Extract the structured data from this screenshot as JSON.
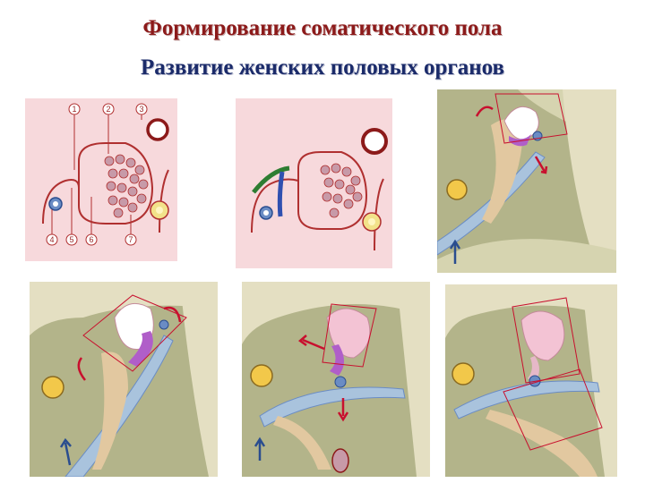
{
  "slide": {
    "title": "Формирование соматического пола",
    "subtitle": "Развитие женских половых органов"
  },
  "panel1": {
    "labels": [
      "1",
      "2",
      "3",
      "4",
      "5",
      "6",
      "7"
    ]
  },
  "colors": {
    "title": "#8c1a1a",
    "subtitle": "#1b2b6a",
    "arrow_red": "#c8102e",
    "arrow_blue": "#2a4d8f",
    "pink_bg": "#f4c9cf",
    "tissue_olive": "#c8c7a2",
    "duct_blue": "#a9c3dd",
    "uterus_pink": "#f3c3d4",
    "violet": "#b05ec9"
  },
  "icons": [
    "arrow-curved-red",
    "arrow-straight-blue",
    "circle-ring-red",
    "follicle-yellow"
  ]
}
